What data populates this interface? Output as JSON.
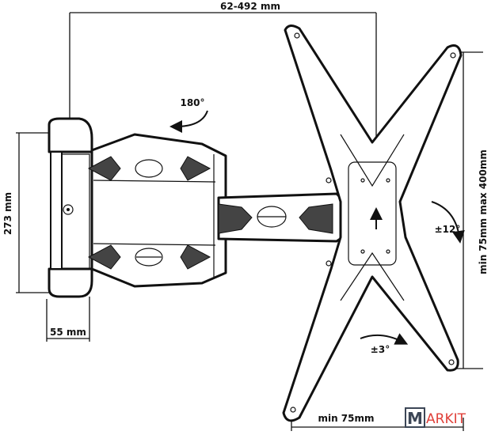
{
  "dimensions": {
    "width_range": "62-492 mm",
    "wall_plate_height": "273 mm",
    "wall_plate_depth": "55 mm",
    "vesa_vertical": "min 75mm max 400mm",
    "vesa_horizontal": "min 75mm"
  },
  "rotations": {
    "swivel": "180°",
    "tilt": "±12°",
    "rotate": "±3°"
  },
  "logo": {
    "initial": "M",
    "rest": "ARKIT"
  },
  "colors": {
    "line": "#111111",
    "logo_dark": "#3c4656",
    "logo_red": "#e0413a"
  }
}
